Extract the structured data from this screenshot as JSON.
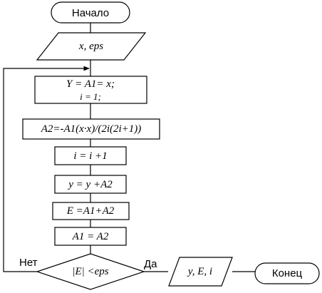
{
  "diagram": {
    "start_label": "Начало",
    "input_label": "x, eps",
    "init_line1": "Y = A1= x;",
    "init_line2": "i = 1;",
    "a2_formula": "A2=-A1(x·x)/(2i(2i+1))",
    "increment_i": "i = i +1",
    "update_y": "y = y +A2",
    "update_e": "E =A1+A2",
    "assign_a1": "A1 = A2",
    "condition": "|E| <eps",
    "no_label": "Нет",
    "yes_label": "Да",
    "output_label": "y, E, i",
    "end_label": "Конец",
    "stroke_color": "#000000",
    "fill_color": "#ffffff"
  }
}
